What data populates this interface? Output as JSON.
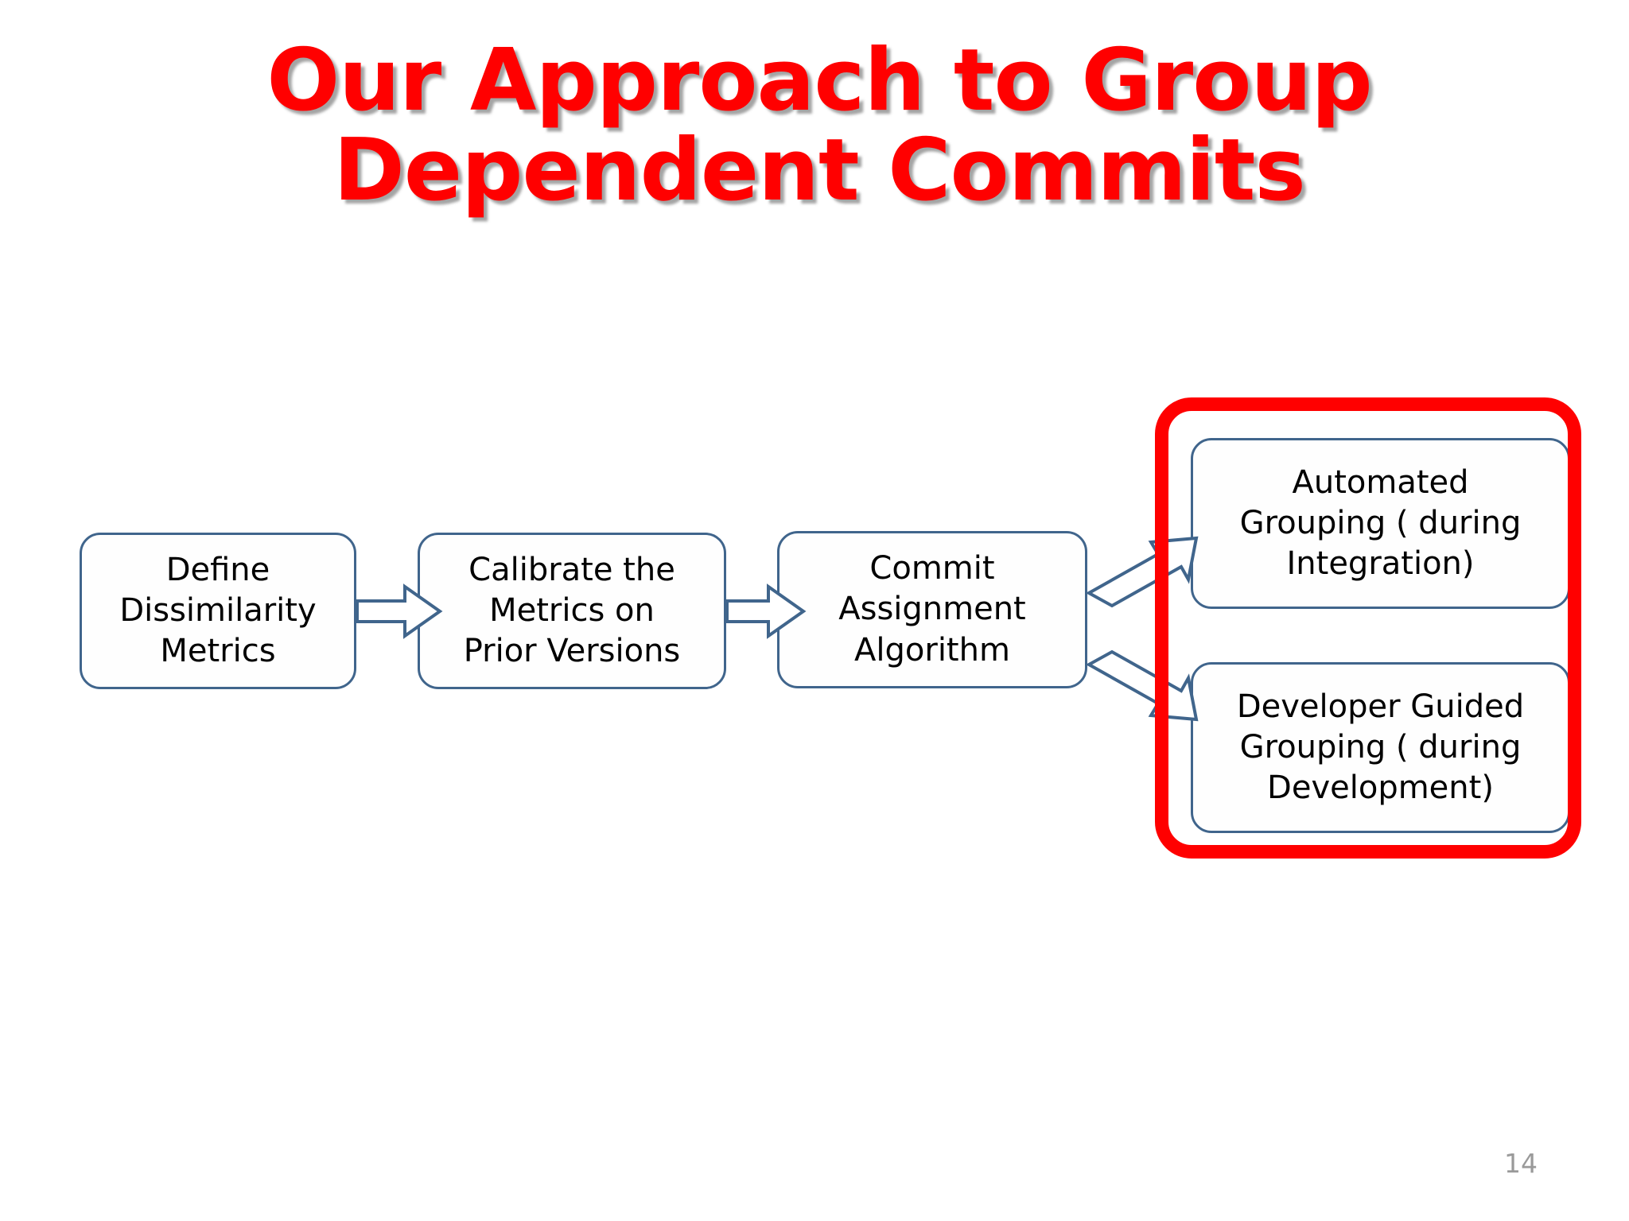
{
  "slide": {
    "title": "Our Approach to Group Dependent Commits",
    "page_number": "14",
    "background_color": "#FFFFFF",
    "title_color": "#FF0000",
    "box_border_color": "#40658C",
    "highlight_color": "#FF0000",
    "page_number_color": "#9A9A9A"
  },
  "diagram": {
    "type": "flowchart",
    "nodes": [
      {
        "id": "define",
        "label": "Define\nDissimilarity\nMetrics"
      },
      {
        "id": "calibrate",
        "label": "Calibrate the\nMetrics on\nPrior Versions"
      },
      {
        "id": "commit",
        "label": "Commit\nAssignment\nAlgorithm"
      },
      {
        "id": "automated",
        "label": "Automated\nGrouping ( during\nIntegration)"
      },
      {
        "id": "developer",
        "label": "Developer Guided\nGrouping ( during\nDevelopment)"
      }
    ],
    "edges": [
      {
        "from": "define",
        "to": "calibrate",
        "style": "block-arrow"
      },
      {
        "from": "calibrate",
        "to": "commit",
        "style": "block-arrow"
      },
      {
        "from": "commit",
        "to": "automated",
        "style": "block-arrow-diagonal"
      },
      {
        "from": "commit",
        "to": "developer",
        "style": "block-arrow-diagonal"
      }
    ],
    "highlight": {
      "label": "red-outline-around-grouping-outputs",
      "members": [
        "automated",
        "developer"
      ]
    }
  }
}
